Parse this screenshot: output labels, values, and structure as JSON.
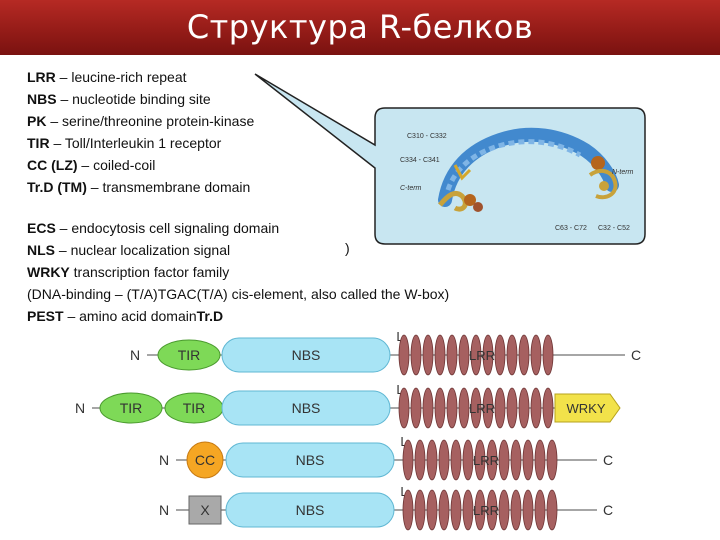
{
  "title": "Структура R-белков",
  "definitions": [
    {
      "abbr": "LRR",
      "text": " – leucine-rich repeat"
    },
    {
      "abbr": "NBS",
      "text": " – nucleotide binding site"
    },
    {
      "abbr": "PK",
      "text": " – serine/threonine protein-kinase"
    },
    {
      "abbr": "TIR",
      "text": " – Toll/Interleukin 1 receptor"
    },
    {
      "abbr": "CC (LZ)",
      "text": " – coiled-coil"
    },
    {
      "abbr": "Tr.D (TM)",
      "text": " – transmembrane domain"
    }
  ],
  "definitions2": [
    {
      "abbr": "ECS",
      "text": " – endocytosis cell signaling domain"
    },
    {
      "abbr": "NLS",
      "text": " – nuclear localization signal"
    },
    {
      "abbr": "WRKY",
      "text": " transcription factor family"
    },
    {
      "abbr": "",
      "text": "(DNA-binding – (T/A)TGAC(T/A) cis-element, also called the W-box)"
    },
    {
      "abbr": "PEST",
      "text": " – amino acid domain",
      "tail": "Tr.D"
    }
  ],
  "paren": ")",
  "structure_labels": {
    "c310": "C310 - C332",
    "c334": "C334 - C341",
    "nterm": "N-term",
    "cterm": "C-term",
    "c63": "C63 - C72",
    "c32": "C32 - C52"
  },
  "diagram": {
    "rows": [
      {
        "n": "N",
        "domains": [
          "TIR"
        ],
        "nbs": "NBS",
        "l": "L",
        "lrr": "LRR",
        "extra": "",
        "c": "C"
      },
      {
        "n": "N",
        "domains": [
          "TIR",
          "TIR"
        ],
        "nbs": "NBS",
        "l": "L",
        "lrr": "LRR",
        "extra": "WRKY",
        "c": ""
      },
      {
        "n": "N",
        "domains": [
          "CC"
        ],
        "nbs": "NBS",
        "l": "L",
        "lrr": "LRR",
        "extra": "",
        "c": "C"
      },
      {
        "n": "N",
        "domains": [
          "X"
        ],
        "nbs": "NBS",
        "l": "L",
        "lrr": "LRR",
        "extra": "",
        "c": "C"
      }
    ]
  },
  "colors": {
    "title_bg": "#9b1f1a",
    "tir": "#7ed957",
    "cc": "#f5a623",
    "x_box": "#a9a9a9",
    "nbs": "#a8e4f5",
    "lrr": "#a66060",
    "wrky": "#f2e24a",
    "callout_bg": "#c8e6f1"
  }
}
